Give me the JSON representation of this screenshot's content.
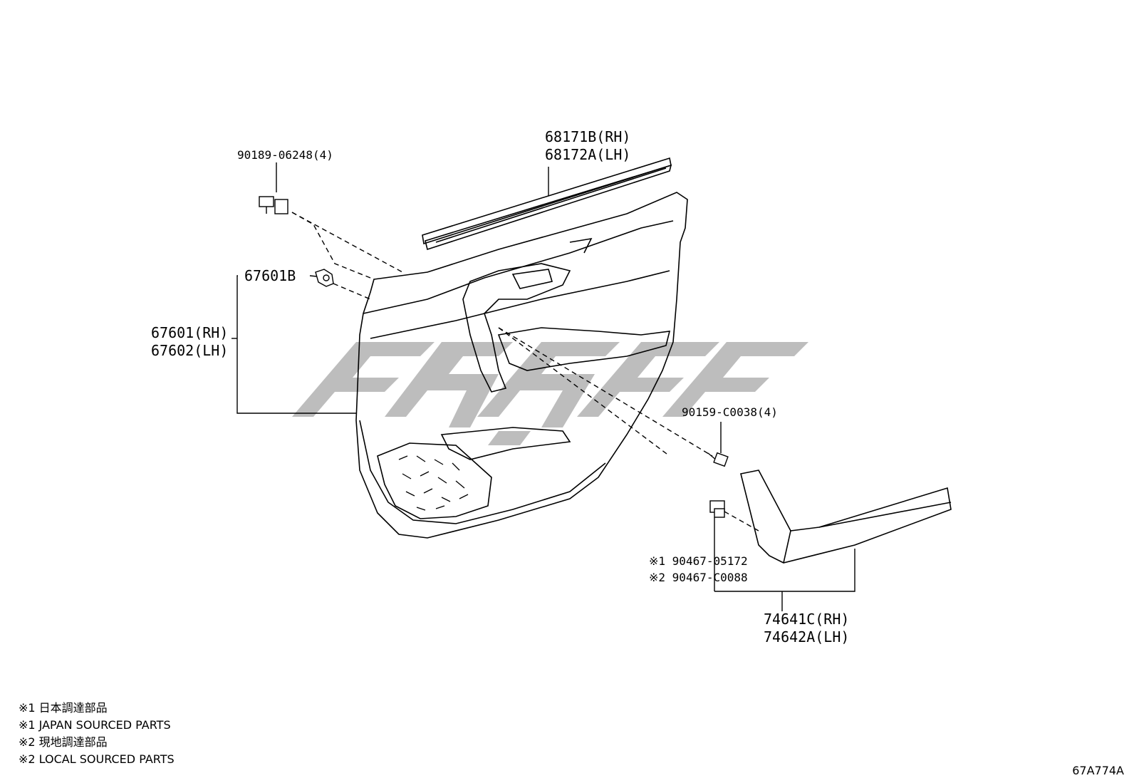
{
  "parts": {
    "clip_top": "90189-06248(4)",
    "weatherstrip_rh": "68171B(RH)",
    "weatherstrip_lh": "68172A(LH)",
    "clip_panel": "67601B",
    "board_rh": "67601(RH)",
    "board_lh": "67602(LH)",
    "screw": "90159-C0038(4)",
    "clip_japan": "※1 90467-05172",
    "clip_local": "※2 90467-C0088",
    "scuff_rh": "74641C(RH)",
    "scuff_lh": "74642A(LH)"
  },
  "notes": [
    "※1 日本調達部品",
    "※1 JAPAN SOURCED PARTS",
    "※2 現地調達部品",
    "※2 LOCAL SOURCED PARTS"
  ],
  "diagram_code": "67A774A",
  "colors": {
    "line": "#000000",
    "watermark": "#bdbdbd",
    "background": "#ffffff"
  }
}
